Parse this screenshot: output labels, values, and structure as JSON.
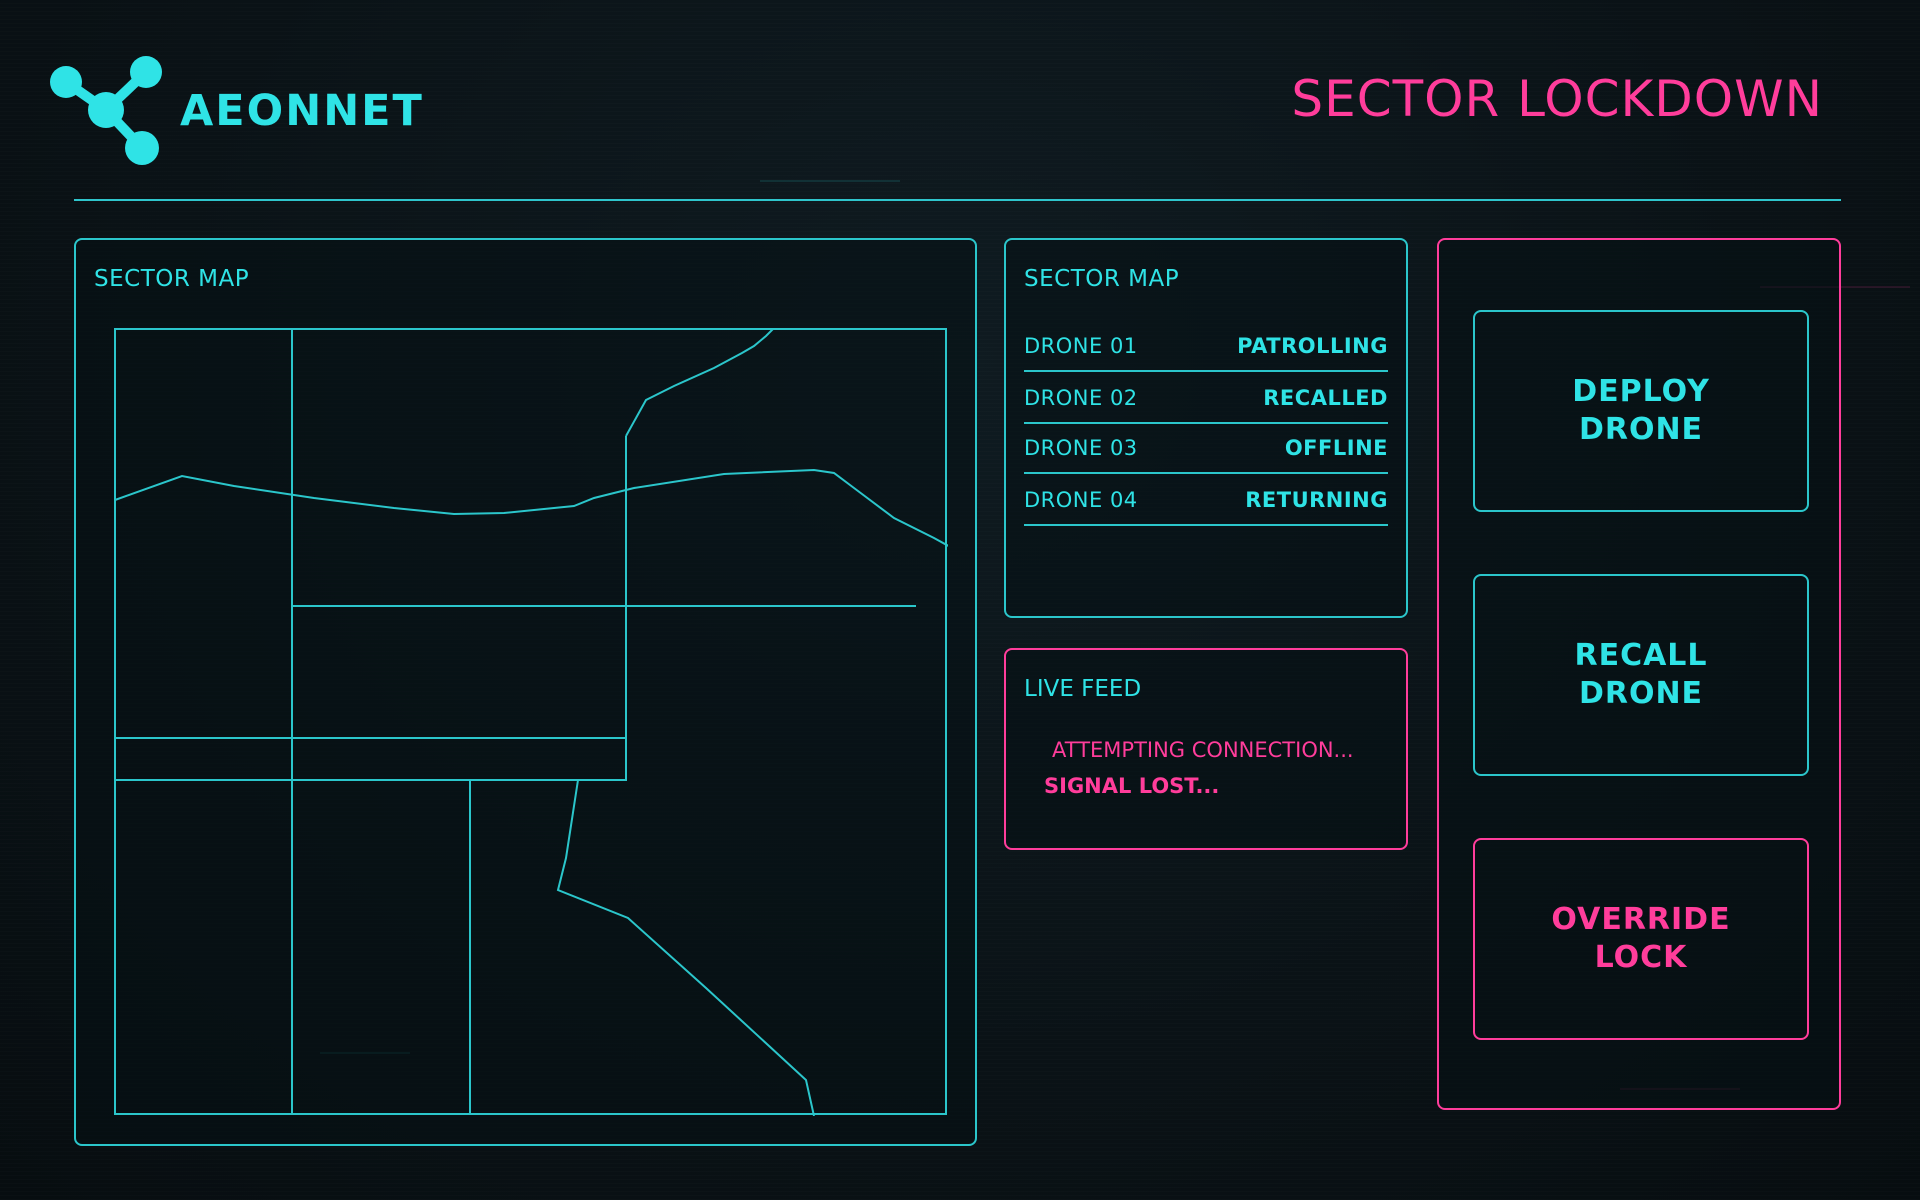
{
  "header": {
    "brand": "AEONNET",
    "title": "SECTOR LOCKDOWN"
  },
  "map_panel": {
    "title": "SECTOR MAP"
  },
  "drone_panel": {
    "title": "SECTOR MAP",
    "drones": [
      {
        "name": "DRONE 01",
        "status": "PATROLLING"
      },
      {
        "name": "DRONE 02",
        "status": "RECALLED"
      },
      {
        "name": "DRONE 03",
        "status": "OFFLINE"
      },
      {
        "name": "DRONE 04",
        "status": "RETURNING"
      }
    ]
  },
  "feed_panel": {
    "title": "LIVE FEED",
    "line1": "ATTEMPTING CONNECTION...",
    "line2": "SIGNAL LOST..."
  },
  "actions": {
    "deploy": "DEPLOY DRONE",
    "recall": "RECALL DRONE",
    "override": "OVERRIDE LOCK"
  },
  "icons": {
    "logo": "network-nodes-icon"
  },
  "colors": {
    "accent": "#2fe3e6",
    "alert": "#ff3d9b",
    "background": "#0a1216"
  }
}
